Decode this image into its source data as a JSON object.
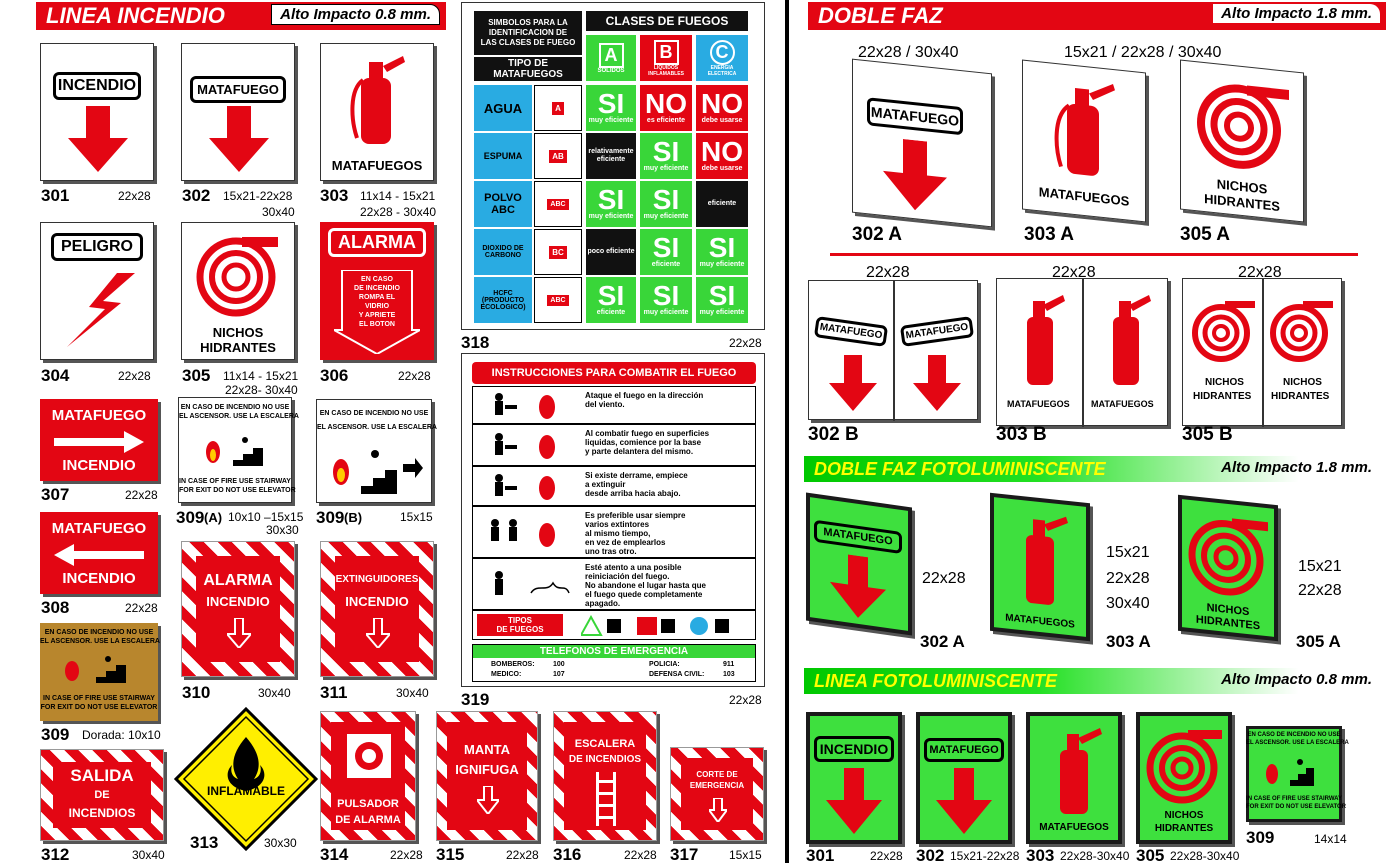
{
  "colors": {
    "red": "#e30613",
    "green": "#39d639",
    "blue": "#29abe2",
    "yellow": "#ffef00",
    "black": "#111111",
    "gold": "#b8862d"
  },
  "linea_incendio": {
    "title": "LINEA INCENDIO",
    "subtitle": "Alto Impacto 0.8 mm.",
    "items": [
      {
        "num": "301",
        "size": "22x28",
        "label": "INCENDIO"
      },
      {
        "num": "302",
        "size": "15x21-22x28",
        "size2": "30x40",
        "label": "MATAFUEGO"
      },
      {
        "num": "303",
        "size": "11x14 - 15x21",
        "size2": "22x28 - 30x40",
        "label": "MATAFUEGOS"
      },
      {
        "num": "304",
        "size": "22x28",
        "label": "PELIGRO"
      },
      {
        "num": "305",
        "size": "11x14 - 15x21",
        "size2": "22x28- 30x40",
        "label1": "NICHOS",
        "label2": "HIDRANTES"
      },
      {
        "num": "306",
        "size": "22x28",
        "label": "ALARMA",
        "text": [
          "EN CASO",
          "DE INCENDIO",
          "ROMPA EL",
          "VIDRIO",
          "Y APRIETE",
          "EL BOTON"
        ]
      },
      {
        "num": "307",
        "size": "22x28",
        "label1": "MATAFUEGO",
        "label2": "INCENDIO"
      },
      {
        "num": "309",
        "suffix": "(A)",
        "size": "10x10 –15x15",
        "size2": "30x30",
        "top1": "EN CASO DE INCENDIO NO USE",
        "top2": "EL ASCENSOR. USE LA ESCALERA",
        "bot1": "IN CASE OF FIRE USE STAIRWAY",
        "bot2": "FOR EXIT DO NOT USE ELEVATOR"
      },
      {
        "num": "309",
        "suffix": "(B)",
        "size": "15x15",
        "top1": "EN CASO DE INCENDIO NO USE",
        "top2": "EL ASCENSOR. USE LA ESCALERA"
      },
      {
        "num": "308",
        "size": "22x28",
        "label1": "MATAFUEGO",
        "label2": "INCENDIO"
      },
      {
        "num": "310",
        "size": "30x40",
        "label1": "ALARMA",
        "label2": "INCENDIO"
      },
      {
        "num": "311",
        "size": "30x40",
        "label1": "EXTINGUIDORES",
        "label2": "INCENDIO"
      },
      {
        "num": "309",
        "size": "Dorada: 10x10",
        "top1": "EN CASO DE INCENDIO NO USE",
        "top2": "EL ASCENSOR. USE LA ESCALERA",
        "bot1": "IN CASE OF FIRE USE STAIRWAY",
        "bot2": "FOR EXIT DO NOT USE ELEVATOR"
      },
      {
        "num": "312",
        "size": "30x40",
        "label1": "SALIDA",
        "label2": "DE",
        "label3": "INCENDIOS"
      },
      {
        "num": "313",
        "size": "30x30",
        "label": "INFLAMABLE"
      },
      {
        "num": "314",
        "size": "22x28",
        "label1": "PULSADOR",
        "label2": "DE ALARMA"
      },
      {
        "num": "315",
        "size": "22x28",
        "label1": "MANTA",
        "label2": "IGNIFUGA"
      },
      {
        "num": "316",
        "size": "22x28",
        "label1": "ESCALERA",
        "label2": "DE INCENDIOS"
      },
      {
        "num": "317",
        "size": "15x15",
        "label1": "CORTE DE",
        "label2": "EMERGENCIA"
      }
    ]
  },
  "tabla_318": {
    "num": "318",
    "size": "22x28",
    "header_left": [
      "SIMBOLOS PARA LA",
      "IDENTIFICACION DE",
      "LAS CLASES DE FUEGO"
    ],
    "header_right": "CLASES DE FUEGOS",
    "tipo": [
      "TIPO DE",
      "MATAFUEGOS"
    ],
    "classes": [
      {
        "letter": "A",
        "name": "SOLIDOS"
      },
      {
        "letter": "B",
        "name": "LIQUIDOS INFLAMABLES"
      },
      {
        "letter": "C",
        "name": "ENERGIA ELECTRICA"
      }
    ],
    "rows": [
      {
        "agent": "AGUA",
        "badge": "A",
        "cells": [
          [
            "SI",
            "muy eficiente"
          ],
          [
            "NO",
            "es eficiente"
          ],
          [
            "NO",
            "debe usarse"
          ]
        ]
      },
      {
        "agent": "ESPUMA",
        "badge": "AB",
        "cells": [
          [
            "",
            "relativamente eficiente"
          ],
          [
            "SI",
            "muy eficiente"
          ],
          [
            "NO",
            "debe usarse"
          ]
        ]
      },
      {
        "agent": "POLVO ABC",
        "badge": "ABC",
        "cells": [
          [
            "SI",
            "muy eficiente"
          ],
          [
            "SI",
            "muy eficiente"
          ],
          [
            "",
            "eficiente"
          ]
        ]
      },
      {
        "agent": "DIOXIDO DE CARBONO",
        "badge": "BC",
        "cells": [
          [
            "",
            "poco eficiente"
          ],
          [
            "SI",
            "eficiente"
          ],
          [
            "SI",
            "muy eficiente"
          ]
        ]
      },
      {
        "agent": "HCFC (PRODUCTO ECOLOGICO)",
        "badge": "ABC",
        "cells": [
          [
            "SI",
            "eficiente"
          ],
          [
            "SI",
            "muy eficiente"
          ],
          [
            "SI",
            "muy eficiente"
          ]
        ]
      }
    ]
  },
  "instr_319": {
    "num": "319",
    "size": "22x28",
    "title": "INSTRUCCIONES PARA COMBATIR EL FUEGO",
    "rows": [
      [
        "Ataque el fuego en la dirección",
        "del viento."
      ],
      [
        "Al combatir fuego en superficies",
        "liquidas, comience por la base",
        "y parte delantera del mismo."
      ],
      [
        "Si existe derrame, empiece",
        "a extinguir",
        "desde arriba hacia abajo."
      ],
      [
        "Es preferible usar siempre",
        "varios extintores",
        "al mismo tiempo,",
        "en vez de emplearlos",
        "uno tras otro."
      ],
      [
        "Esté atento a una posible",
        "reiniciación del fuego.",
        "No abandone el lugar hasta que",
        "el fuego quede completamente",
        "apagado."
      ]
    ],
    "tipos": [
      "TIPOS",
      "DE FUEGOS"
    ],
    "phones_title": "TELEFONOS DE EMERGENCIA",
    "phones": [
      {
        "name": "BOMBEROS:",
        "value": "100"
      },
      {
        "name": "POLICIA:",
        "value": "911"
      },
      {
        "name": "MEDICO:",
        "value": "107"
      },
      {
        "name": "DEFENSA CIVIL:",
        "value": "103"
      }
    ]
  },
  "doble_faz": {
    "title": "DOBLE FAZ",
    "subtitle": "Alto Impacto 1.8 mm.",
    "sizes_a": [
      "22x28 / 30x40",
      "15x21 / 22x28 / 30x40"
    ],
    "items_a": [
      {
        "num": "302 A",
        "label": "MATAFUEGO"
      },
      {
        "num": "303 A",
        "label": "MATAFUEGOS"
      },
      {
        "num": "305 A",
        "label1": "NICHOS",
        "label2": "HIDRANTES"
      }
    ],
    "size_b": "22x28",
    "items_b": [
      {
        "num": "302 B",
        "label": "MATAFUEGO"
      },
      {
        "num": "303 B",
        "label": "MATAFUEGOS"
      },
      {
        "num": "305 B",
        "label1": "NICHOS",
        "label2": "HIDRANTES"
      }
    ]
  },
  "doble_faz_foto": {
    "title": "DOBLE FAZ FOTOLUMINISCENTE",
    "subtitle": "Alto Impacto 1.8 mm.",
    "items": [
      {
        "num": "302 A",
        "label": "MATAFUEGO",
        "sizes": [
          "22x28"
        ]
      },
      {
        "num": "303 A",
        "label": "MATAFUEGOS",
        "sizes": [
          "15x21",
          "22x28",
          "30x40"
        ]
      },
      {
        "num": "305 A",
        "label1": "NICHOS",
        "label2": "HIDRANTES",
        "sizes": [
          "15x21",
          "22x28"
        ]
      }
    ]
  },
  "linea_foto": {
    "title": "LINEA FOTOLUMINISCENTE",
    "subtitle": "Alto Impacto 0.8 mm.",
    "items": [
      {
        "num": "301",
        "size": "22x28",
        "label": "INCENDIO"
      },
      {
        "num": "302",
        "size": "15x21-22x28",
        "label": "MATAFUEGO"
      },
      {
        "num": "303",
        "size": "22x28-30x40",
        "label": "MATAFUEGOS"
      },
      {
        "num": "305",
        "size": "22x28-30x40",
        "label1": "NICHOS",
        "label2": "HIDRANTES"
      },
      {
        "num": "309",
        "size": "14x14",
        "top1": "EN CASO DE INCENDIO NO USE",
        "top2": "EL ASCENSOR. USE LA ESCALERA",
        "bot1": "IN CASE OF FIRE USE STAIRWAY",
        "bot2": "FOR EXIT DO NOT USE ELEVATOR"
      }
    ]
  }
}
